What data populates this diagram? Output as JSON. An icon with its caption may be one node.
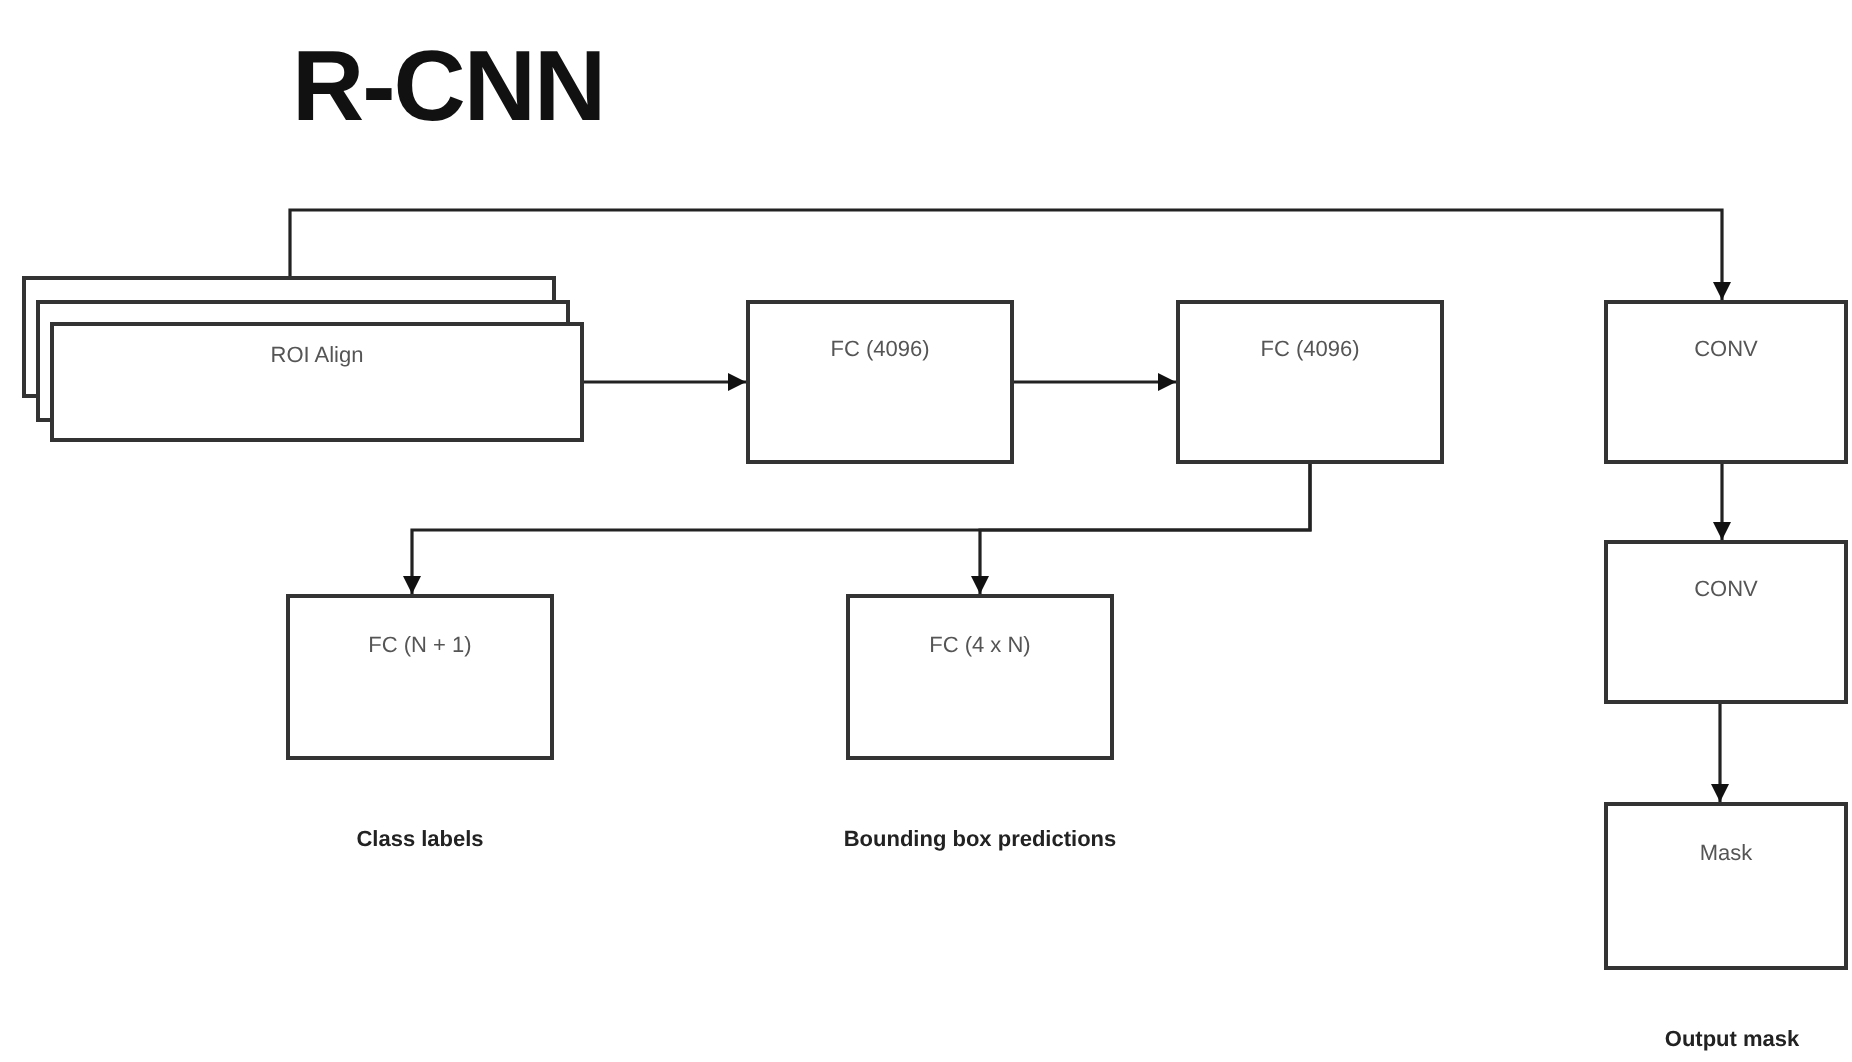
{
  "diagram": {
    "title": "R-CNN",
    "nodes": [
      {
        "text": [
          "ROI Align"
        ]
      },
      {
        "text": [
          "FC (4096)"
        ]
      },
      {
        "text": [
          "FC (4096)"
        ]
      },
      {
        "text": [
          "CONV"
        ]
      },
      {
        "text": [
          "FC (N + 1)"
        ],
        "beside": [
          "Class labels"
        ]
      },
      {
        "text": [
          "FC (4 x N)"
        ],
        "beside": [
          "Bounding box predictions"
        ]
      },
      {
        "text": [
          "CONV"
        ]
      },
      {
        "text": [
          "Mask"
        ],
        "beside": [
          "Output mask"
        ]
      }
    ],
    "edges": [
      {
        "from": 0,
        "to": 1,
        "arrow": "to"
      },
      {
        "from": 1,
        "to": 2,
        "arrow": "to"
      },
      {
        "from": 0,
        "to": 3,
        "arrow": "to"
      },
      {
        "from": 2,
        "to": 4,
        "arrow": "to"
      },
      {
        "from": 2,
        "to": 5,
        "arrow": "to"
      },
      {
        "from": 3,
        "to": 6,
        "arrow": "to"
      },
      {
        "from": 6,
        "to": 7,
        "arrow": "to"
      }
    ]
  }
}
